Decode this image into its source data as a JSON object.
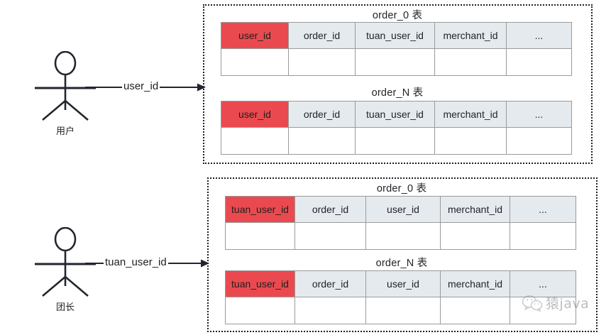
{
  "diagram": {
    "title": "sharding-key-routing-diagram",
    "colors": {
      "key_column": "#ea4a4f",
      "header": "#e5eaee",
      "border": "#9a9a9a",
      "outline": "#1d1f23",
      "text": "#22242a"
    }
  },
  "actors": [
    {
      "id": "user",
      "label": "用户"
    },
    {
      "id": "tuanzhang",
      "label": "团长"
    }
  ],
  "connectors": [
    {
      "id": "user-route",
      "label": "user_id"
    },
    {
      "id": "tuan-route",
      "label": "tuan_user_id"
    }
  ],
  "groups": [
    {
      "id": "user-shard-group",
      "tables": [
        {
          "id": "user-order-0",
          "title": "order_0 表",
          "columns": [
            "user_id",
            "order_id",
            "tuan_user_id",
            "merchant_id",
            "..."
          ],
          "key_index": 0,
          "empty_row": [
            "",
            "",
            "",
            "",
            ""
          ]
        },
        {
          "id": "user-order-n",
          "title": "order_N 表",
          "columns": [
            "user_id",
            "order_id",
            "tuan_user_id",
            "merchant_id",
            "..."
          ],
          "key_index": 0,
          "empty_row": [
            "",
            "",
            "",
            "",
            ""
          ]
        }
      ]
    },
    {
      "id": "tuan-shard-group",
      "tables": [
        {
          "id": "tuan-order-0",
          "title": "order_0 表",
          "columns": [
            "tuan_user_id",
            "order_id",
            "user_id",
            "merchant_id",
            "..."
          ],
          "key_index": 0,
          "empty_row": [
            "",
            "",
            "",
            "",
            ""
          ]
        },
        {
          "id": "tuan-order-n",
          "title": "order_N 表",
          "columns": [
            "tuan_user_id",
            "order_id",
            "user_id",
            "merchant_id",
            "..."
          ],
          "key_index": 0,
          "empty_row": [
            "",
            "",
            "",
            "",
            ""
          ]
        }
      ]
    }
  ],
  "watermark": {
    "icon": "wechat-icon",
    "text": "猿java"
  }
}
